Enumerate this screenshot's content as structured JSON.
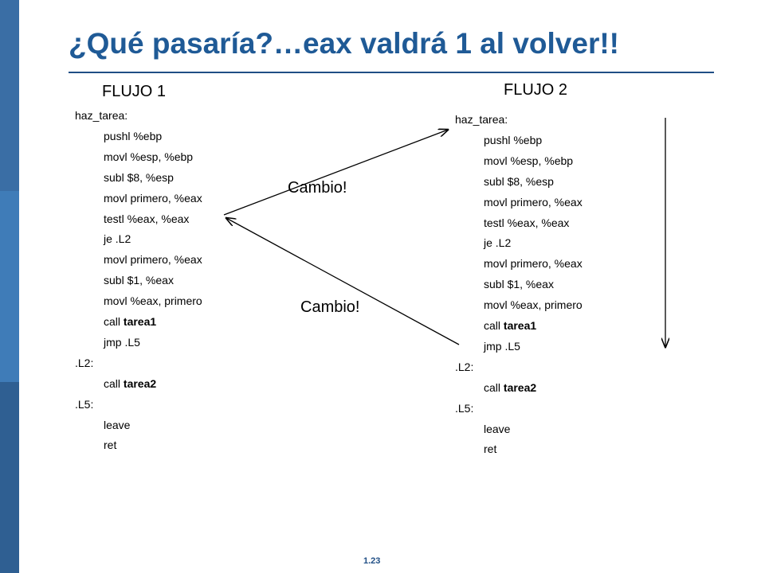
{
  "slide": {
    "title": "¿Qué pasaría?…eax valdrá 1 al volver!!",
    "page_number": "1.23"
  },
  "flow1": {
    "title": "FLUJO 1"
  },
  "flow2": {
    "title": "FLUJO 2"
  },
  "code": [
    {
      "indent": false,
      "op": "haz_tarea:",
      "arg": ""
    },
    {
      "indent": true,
      "op": "pushl  %ebp",
      "arg": ""
    },
    {
      "indent": true,
      "op": "movl    %esp, %ebp",
      "arg": ""
    },
    {
      "indent": true,
      "op": "subl   $8, %esp",
      "arg": ""
    },
    {
      "indent": true,
      "op": "movl    primero, %eax",
      "arg": ""
    },
    {
      "indent": true,
      "op": "testl  %eax, %eax",
      "arg": ""
    },
    {
      "indent": true,
      "op": "je     .L2",
      "arg": ""
    },
    {
      "indent": true,
      "op": "movl    primero, %eax",
      "arg": ""
    },
    {
      "indent": true,
      "op": "subl   $1, %eax",
      "arg": ""
    },
    {
      "indent": true,
      "op": "movl    %eax, primero",
      "arg": ""
    },
    {
      "indent": true,
      "op": "call   ",
      "arg": "tarea1"
    },
    {
      "indent": true,
      "op": "jmp    .L5",
      "arg": ""
    },
    {
      "indent": false,
      "op": ".L2:",
      "arg": ""
    },
    {
      "indent": true,
      "op": "call   ",
      "arg": "tarea2"
    },
    {
      "indent": false,
      "op": ".L5:",
      "arg": ""
    },
    {
      "indent": true,
      "op": "leave",
      "arg": ""
    },
    {
      "indent": true,
      "op": "ret",
      "arg": ""
    }
  ],
  "annotations": {
    "cambio_top": "Cambio!",
    "cambio_bottom": "Cambio!"
  }
}
